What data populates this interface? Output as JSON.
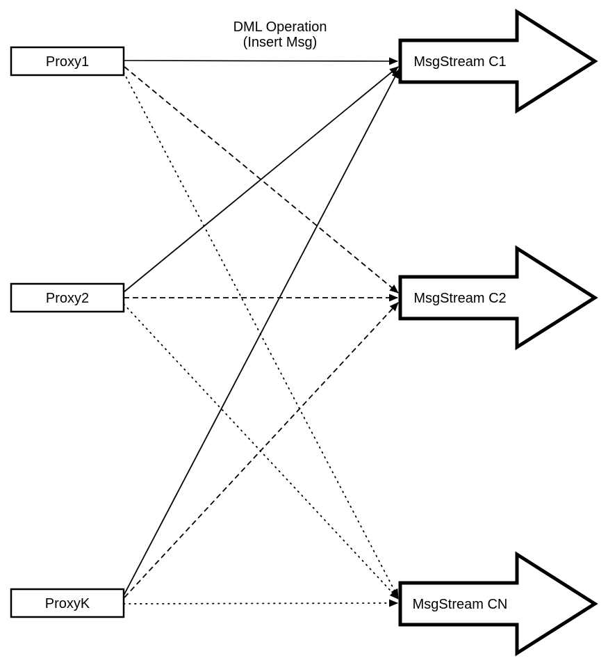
{
  "diagram": {
    "title": {
      "line1": "DML Operation",
      "line2": "(Insert Msg)"
    },
    "proxies": [
      {
        "label": "Proxy1"
      },
      {
        "label": "Proxy2"
      },
      {
        "label": "ProxyK"
      }
    ],
    "streams": [
      {
        "label": "MsgStream C1"
      },
      {
        "label": "MsgStream C2"
      },
      {
        "label": "MsgStream CN"
      }
    ],
    "edges": [
      {
        "from": "Proxy1",
        "to": "MsgStream C1",
        "style": "solid"
      },
      {
        "from": "Proxy1",
        "to": "MsgStream C2",
        "style": "dashed"
      },
      {
        "from": "Proxy1",
        "to": "MsgStream CN",
        "style": "dotted"
      },
      {
        "from": "Proxy2",
        "to": "MsgStream C1",
        "style": "solid"
      },
      {
        "from": "Proxy2",
        "to": "MsgStream C2",
        "style": "dashed"
      },
      {
        "from": "Proxy2",
        "to": "MsgStream CN",
        "style": "dotted"
      },
      {
        "from": "ProxyK",
        "to": "MsgStream C1",
        "style": "solid"
      },
      {
        "from": "ProxyK",
        "to": "MsgStream C2",
        "style": "dashed"
      },
      {
        "from": "ProxyK",
        "to": "MsgStream CN",
        "style": "dotted"
      }
    ],
    "colors": {
      "stroke": "#000000",
      "background": "#ffffff"
    }
  }
}
